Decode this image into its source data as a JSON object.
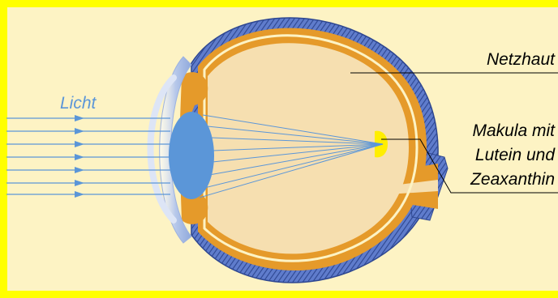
{
  "labels": {
    "light": "Licht",
    "retina": "Netzhaut",
    "macula_line1": "Makula mit",
    "macula_line2": "Lutein und",
    "macula_line3": "Zeaxanthin"
  },
  "colors": {
    "frame": "#ffff00",
    "background": "#fdf3c4",
    "sclera_blue": "#3a56a8",
    "choroid_orange": "#e59a2a",
    "vitreous": "#f6dfb0",
    "lens_blue": "#5b96d8",
    "cornea_light": "#c6d4ee",
    "light_rays": "#5b96d8",
    "macula_yellow": "#ffee00",
    "label_text": "#000000",
    "light_label_text": "#5b96d8"
  }
}
